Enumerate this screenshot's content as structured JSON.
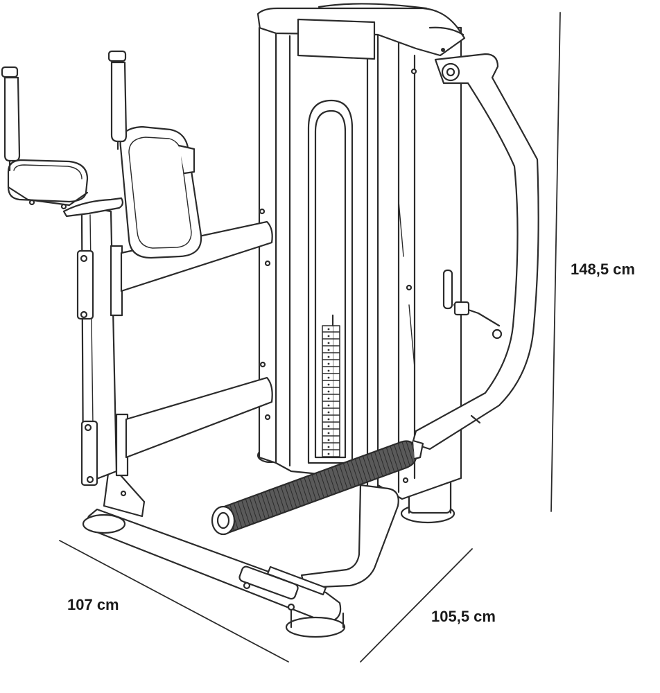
{
  "dimensions": {
    "height": "148,5 cm",
    "width": "107 cm",
    "depth": "105,5 cm"
  },
  "colors": {
    "line": "#2b2b2b",
    "fill": "#ffffff",
    "roller_fill": "#4a4a4a",
    "text": "#1a1a1a"
  }
}
